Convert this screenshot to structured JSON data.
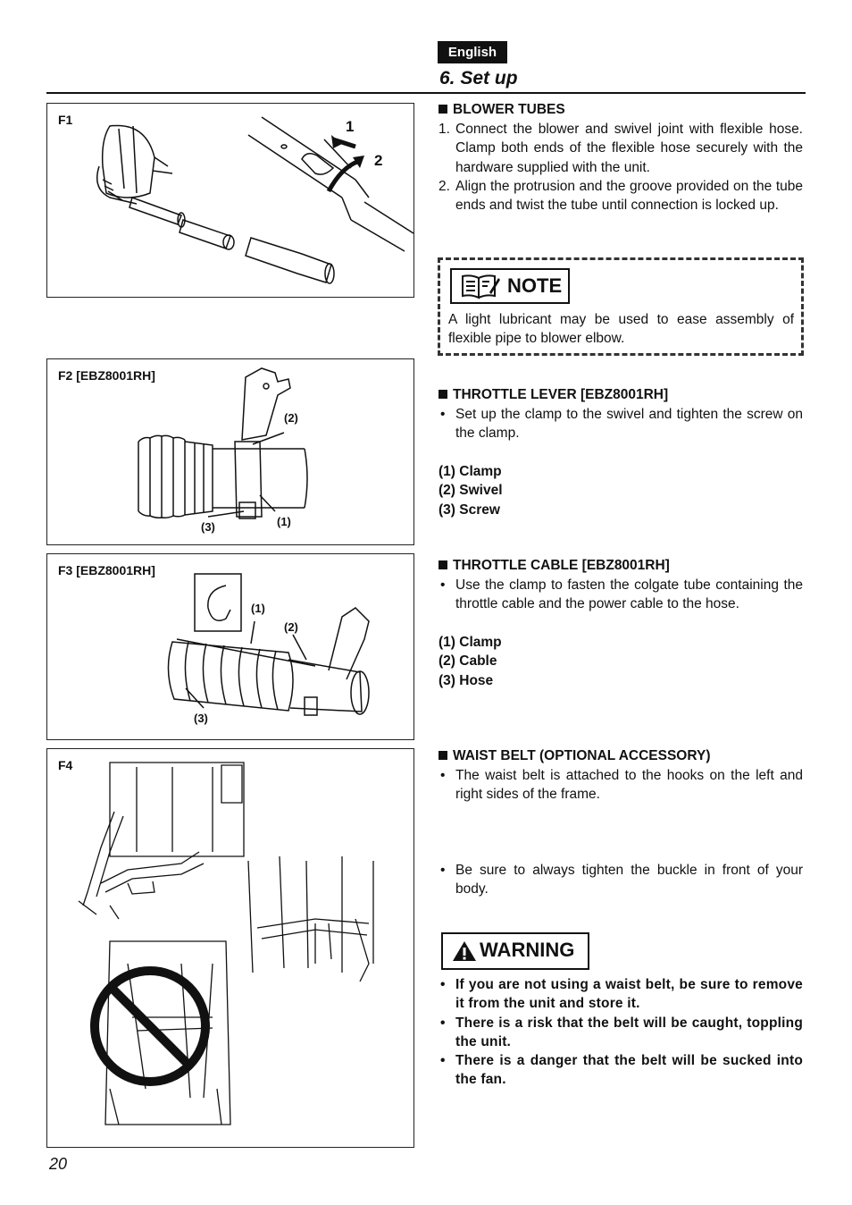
{
  "header": {
    "language": "English",
    "section_title": "6. Set up"
  },
  "figures": {
    "f1": {
      "label": "F1",
      "step1": "1",
      "step2": "2"
    },
    "f2": {
      "label": "F2  [EBZ8001RH]",
      "c1": "(1)",
      "c2": "(2)",
      "c3": "(3)"
    },
    "f3": {
      "label": "F3  [EBZ8001RH]",
      "c1": "(1)",
      "c2": "(2)",
      "c3": "(3)"
    },
    "f4": {
      "label": "F4"
    }
  },
  "blower_tubes": {
    "heading": "BLOWER TUBES",
    "items": [
      {
        "num": "1.",
        "text": "Connect the blower and swivel joint with flexible hose. Clamp both ends of the flexible hose securely with the hardware supplied with the unit."
      },
      {
        "num": "2.",
        "text": "Align the protrusion and the groove provided on the tube ends and twist the tube until connection is locked up."
      }
    ]
  },
  "note": {
    "label": "NOTE",
    "text": "A light lubricant may be used to ease assembly of flexible pipe to blower elbow."
  },
  "throttle_lever": {
    "heading": "THROTTLE LEVER [EBZ8001RH]",
    "bullet": "Set up the clamp to the swivel and tighten the screw on the clamp.",
    "parts": [
      "(1) Clamp",
      "(2) Swivel",
      "(3) Screw"
    ]
  },
  "throttle_cable": {
    "heading": "THROTTLE CABLE [EBZ8001RH]",
    "bullet": "Use the clamp to fasten the colgate tube containing the throttle cable and the power cable to the hose.",
    "parts": [
      "(1) Clamp",
      "(2) Cable",
      "(3) Hose"
    ]
  },
  "waist_belt": {
    "heading": "WAIST BELT (OPTIONAL ACCESSORY)",
    "bullet1": "The waist belt is attached to the hooks on the left and right sides of the frame.",
    "bullet2": "Be sure to always tighten the buckle in front of your body."
  },
  "warning": {
    "label": "WARNING",
    "items": [
      "If you are not using a waist belt, be sure to remove it from the unit and store it.",
      "There is a risk that the belt will be caught, toppling the unit.",
      "There is a danger that the belt will be sucked into the fan."
    ]
  },
  "footer": {
    "page_number": "20"
  },
  "icons": {
    "note": "notebook-pencil-icon",
    "warning": "warning-triangle-icon",
    "prohibition": "prohibition-sign-icon"
  }
}
